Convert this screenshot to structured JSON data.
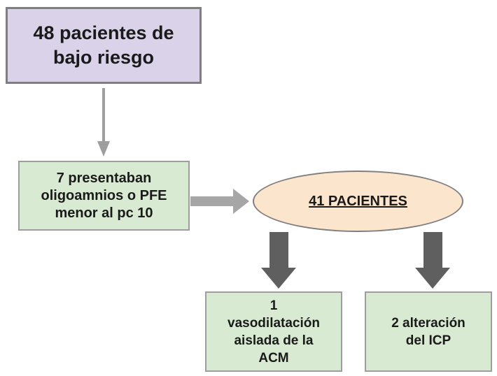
{
  "diagram": {
    "nodes": {
      "top": {
        "text": "48 pacientes de\nbajo riesgo",
        "fill": "#d9d2e9"
      },
      "excluded": {
        "text": "7 presentaban\noligoamnios o PFE\nmenor al pc 10",
        "fill": "#d9ead3"
      },
      "main": {
        "text": "41 PACIENTES",
        "fill": "#fce5cd"
      },
      "left_result": {
        "text": "1\nvasodilatación\naislada de la\nACM",
        "fill": "#d9ead3"
      },
      "right_result": {
        "text": "2 alteración\ndel ICP",
        "fill": "#d9ead3"
      }
    },
    "colors": {
      "thin_arrow": "#9e9e9e",
      "side_arrow": "#a6a6a6",
      "thick_arrow": "#5f5f5f"
    }
  }
}
